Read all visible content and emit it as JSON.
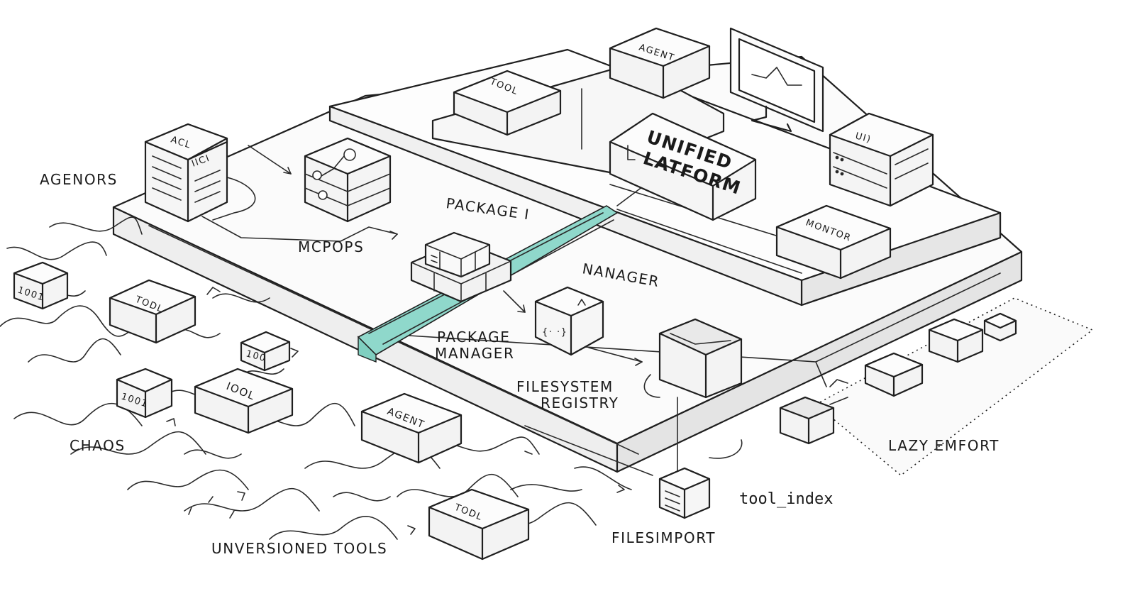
{
  "regions": {
    "agenors": "AGENORS",
    "chaos": "CHAOS",
    "unversioned_tools": "UNVERSIONED TOOLS",
    "lazy_emfort": "LAZY EMFORT"
  },
  "labels": {
    "mcpops": "MCPOPS",
    "package_top": "PACKAGE I",
    "manager_top": "NANAGER",
    "package_manager_line1": "PACKAGE",
    "package_manager_line2": "MANAGER",
    "filesystem_registry_line1": "FILESYSTEM",
    "filesystem_registry_line2": "REGISTRY",
    "filesimport": "FILESIMPORT",
    "tool_index": "tool_index"
  },
  "boxes": {
    "acl_top": "ACL",
    "acl_side": "IICI",
    "platform_tool": "TOOL",
    "platform_agent": "AGENT",
    "unified_line1": "UNIFIED",
    "unified_line2": "LATFORM",
    "ui": "UI)",
    "monitor": "MONTOR",
    "chaos_tool_1": "TODL",
    "chaos_tool_2": "IOOL",
    "chaos_tool_3": "TODL",
    "chaos_agent": "AGENT",
    "chip_1001_a": "1001",
    "chip_1001_b": "1001",
    "chip_100": "100",
    "code_block": "{· ·}"
  },
  "colors": {
    "ink": "#1f1f1f",
    "accent": "#8fd8cb",
    "platform_fill": "#fbfbfb",
    "side_fill": "#ececec"
  }
}
